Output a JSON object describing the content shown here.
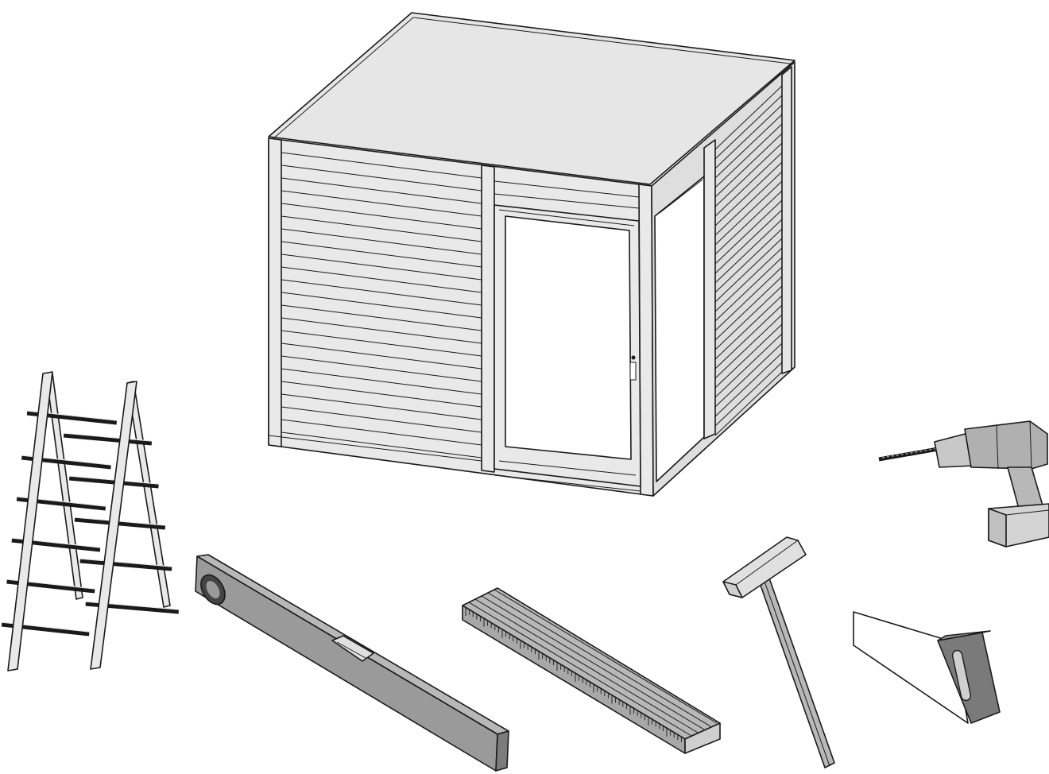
{
  "illustration": {
    "subject": "garden-shed-assembly",
    "items": [
      "shed",
      "ladder",
      "spirit-level",
      "folding-rule",
      "hammer",
      "cordless-drill",
      "saw"
    ],
    "colors": {
      "outline": "#1a1a1a",
      "roof": "#e6e6e6",
      "wall": "#e9e9e9",
      "side_wall": "#dedede",
      "glass": "#ffffff",
      "tool_dark": "#9a9a9a",
      "tool_mid": "#b8b8b8",
      "tool_light": "#d4d4d4",
      "background": "#ffffff"
    }
  }
}
